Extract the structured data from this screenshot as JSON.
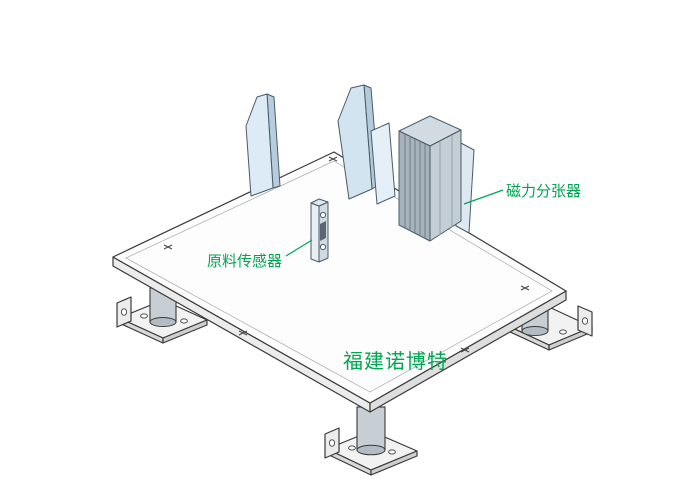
{
  "drawing": {
    "type": "isometric mechanical assembly drawing",
    "background": "#ffffff"
  },
  "colors": {
    "label_green": "#00a651",
    "outline_gray": "#3a3a3a",
    "panel_blue": "#d8e7f3",
    "separator_body_gray": "#a7b3bc",
    "table_white": "#fdfdfd"
  },
  "labels": {
    "magnetic_separator": "磁力分张器",
    "material_sensor": "原料传感器",
    "brand": "福建诺博特"
  }
}
